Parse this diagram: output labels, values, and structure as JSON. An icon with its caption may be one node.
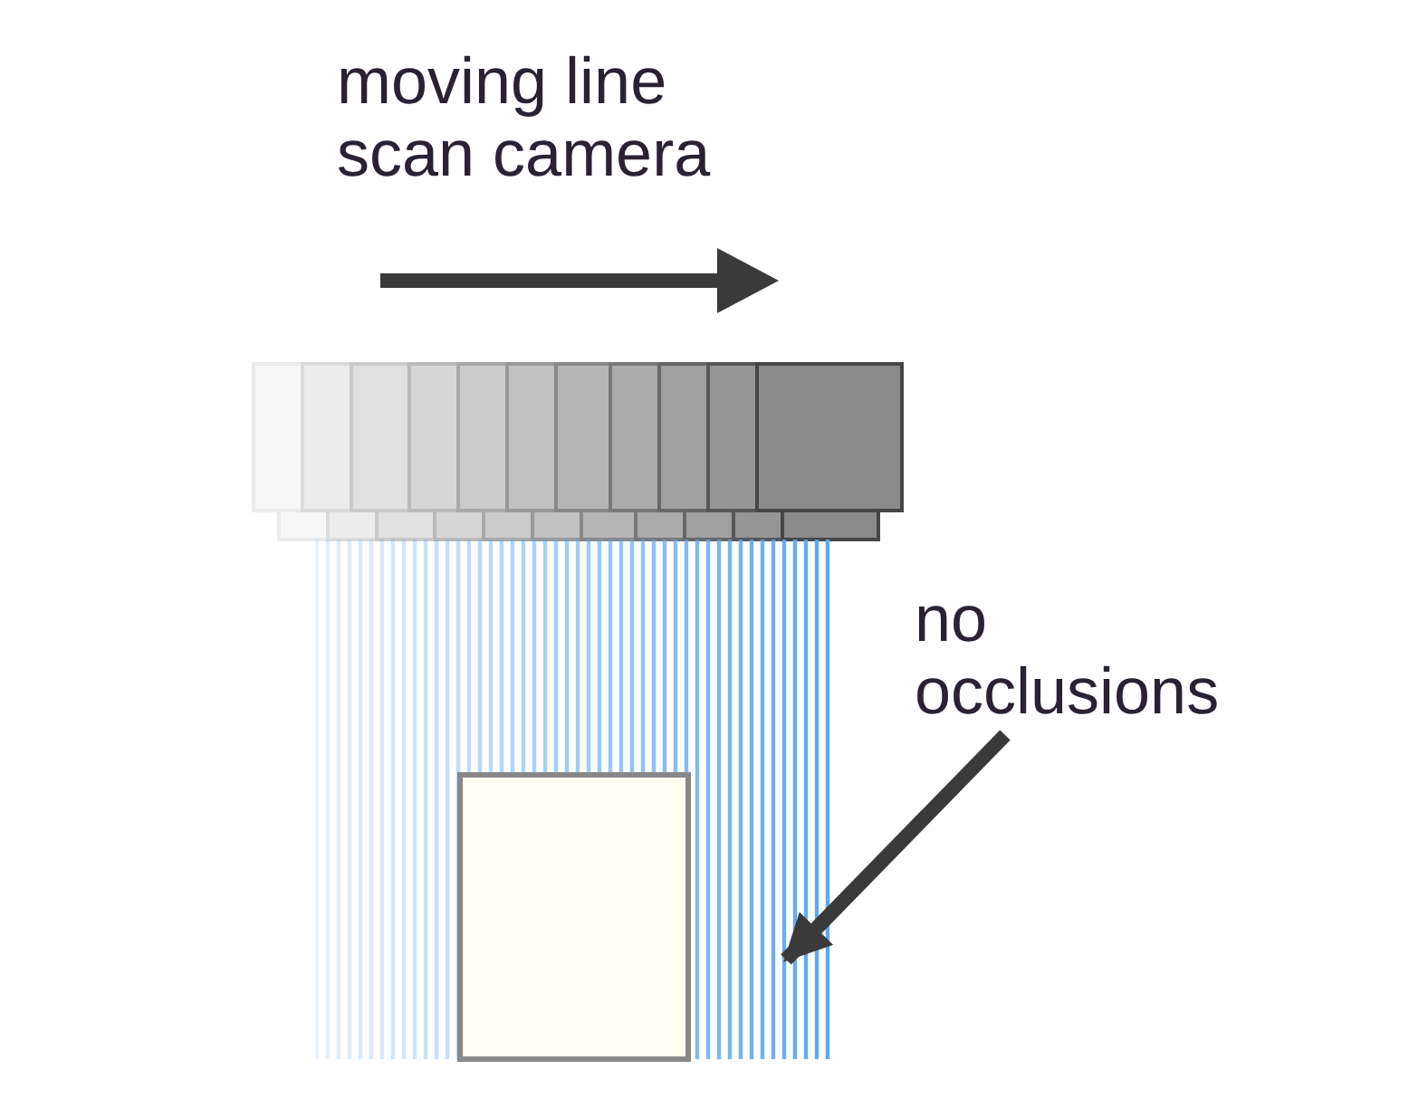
{
  "diagram": {
    "nodes": [
      {
        "text": [
          "no occlusions"
        ]
      },
      {
        "text": [],
        "shape": "picture"
      }
    ],
    "edges": [
      {
        "from": 0,
        "to": 1,
        "arrow": "to"
      }
    ],
    "labels": [
      "moving line scan camera"
    ]
  }
}
